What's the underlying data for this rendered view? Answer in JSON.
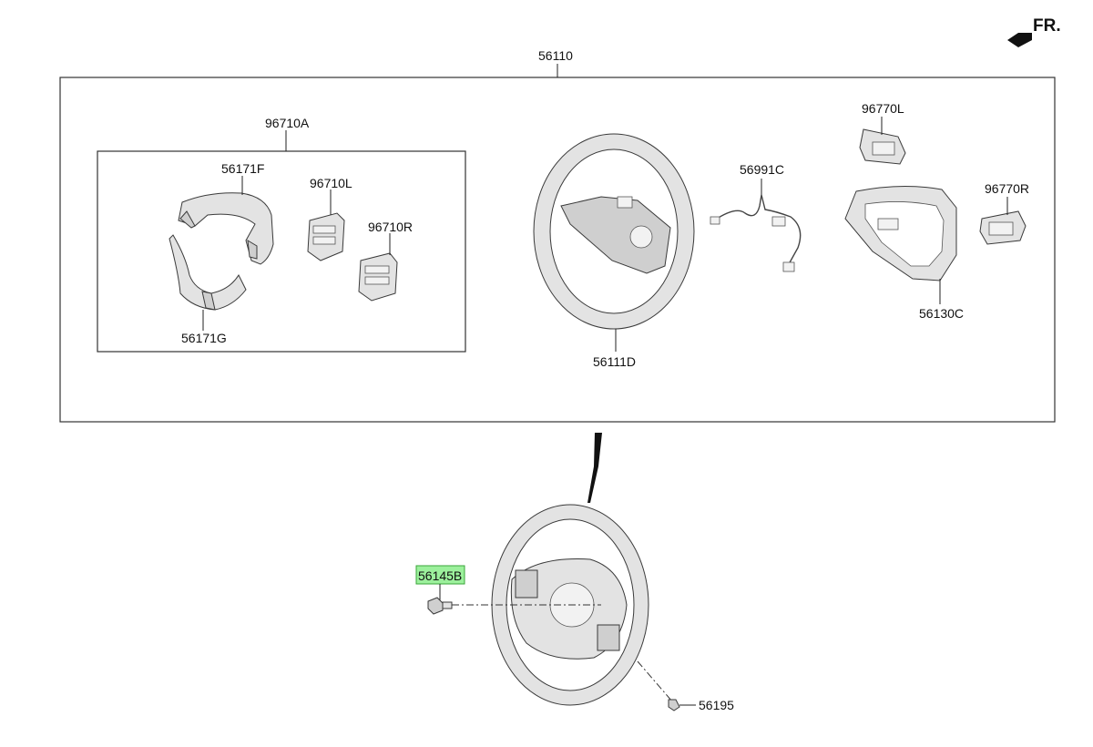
{
  "direction": {
    "label": "FR."
  },
  "labels": {
    "assembly": "56110",
    "switch_set": "96710A",
    "cover_upper": "56171F",
    "cover_lower": "56171G",
    "switch_left": "96710L",
    "switch_right": "96710R",
    "wheel_body": "56111D",
    "wiring": "56991C",
    "paddle_left": "96770L",
    "paddle_right": "96770R",
    "bezel": "56130C",
    "bolt": "56145B",
    "screw": "56195"
  },
  "highlight": {
    "color": "#9cf09c",
    "part": "56145B"
  }
}
